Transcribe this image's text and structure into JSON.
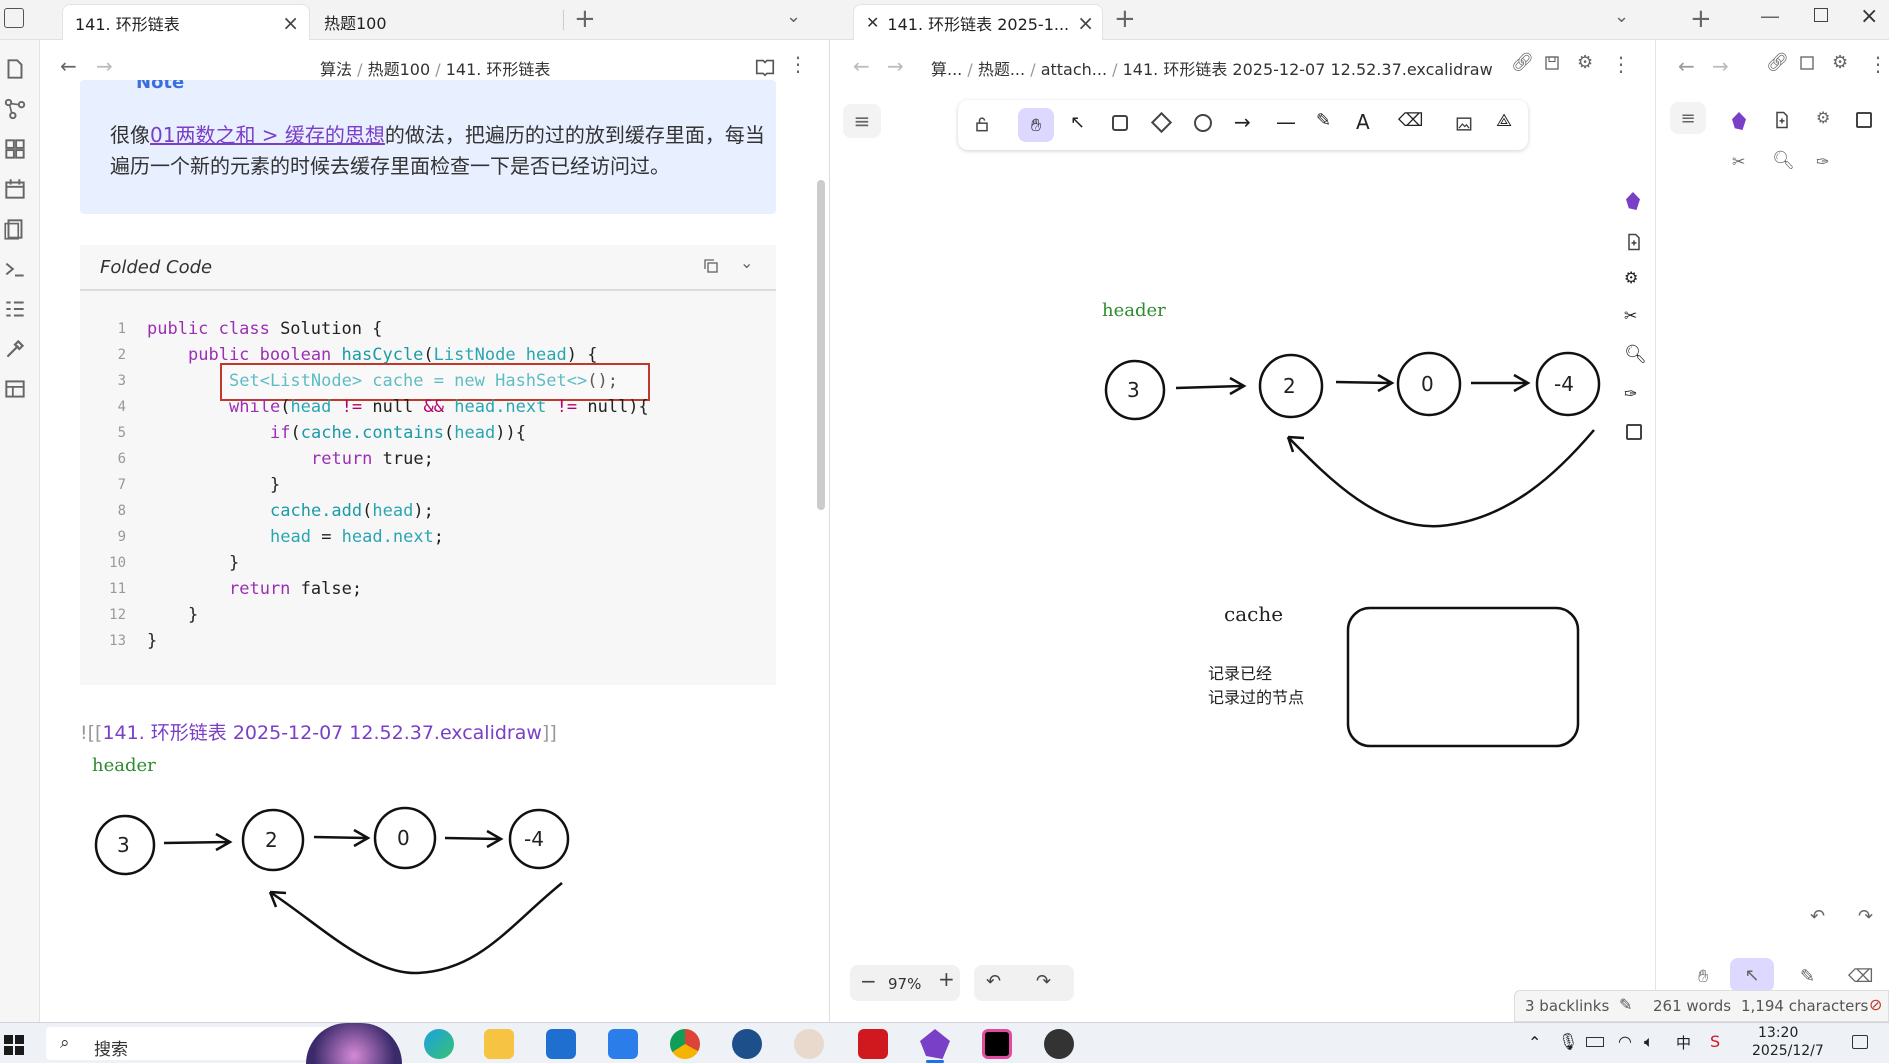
{
  "tabs": {
    "left_active": "141. 环形链表",
    "left_second": "热题100",
    "right_active": "141. 环形链表 2025-1..."
  },
  "left": {
    "breadcrumb": [
      "算法",
      "热题100",
      "141. 环形链表"
    ],
    "callout_title": "Note",
    "note_prefix": "很像",
    "note_link": "01两数之和 > 缓存的思想",
    "note_rest": "的做法，把遍历的过的放到缓存里面，每当遍历一个新的元素的时候去缓存里面检查一下是否已经访问过。",
    "code_title": "Folded Code",
    "code_lines": [
      "1",
      "2",
      "3",
      "4",
      "5",
      "6",
      "7",
      "8",
      "9",
      "10",
      "11",
      "12",
      "13"
    ],
    "embed_link": "![[141. 环形链表 2025-12-07 12.52.37.excalidraw]]",
    "embed_open": "![[",
    "embed_name": "141. 环形链表 2025-12-07 12.52.37.excalidraw",
    "embed_close": "]]"
  },
  "code": {
    "l1a": "public class",
    "l1b": " Solution {",
    "l2a": "public boolean ",
    "l2b": "hasCycle",
    "l2c": "(",
    "l2d": "ListNode head",
    "l2e": ") {",
    "l3a": "Set<ListNode> cache = new HashSet<>",
    "l3b": "();",
    "l4a": "while",
    "l4b": "(",
    "l4c": "head",
    "l4d": " != ",
    "l4e": "null",
    "l4f": " && ",
    "l4g": "head.next",
    "l4h": " != ",
    "l4i": "null",
    "l4j": "){",
    "l5a": "if",
    "l5b": "(",
    "l5c": "cache.contains",
    "l5d": "(",
    "l5e": "head",
    "l5f": ")){",
    "l6a": "return ",
    "l6b": "true",
    "l6c": ";",
    "l7": "}",
    "l8a": "cache.add",
    "l8b": "(",
    "l8c": "head",
    "l8d": ");",
    "l9a": "head",
    "l9b": " = ",
    "l9c": "head.next",
    "l9d": ";",
    "l10": "}",
    "l11a": "return ",
    "l11b": "false",
    "l11c": ";",
    "l12": "}",
    "l13": "}"
  },
  "diagram": {
    "header_label": "header",
    "nodes": [
      "3",
      "2",
      "0",
      "-4"
    ],
    "cache_label": "cache",
    "cache_note_1": "记录已经",
    "cache_note_2": "记录过的节点"
  },
  "right": {
    "breadcrumb": [
      "算...",
      "热题...",
      "attach...",
      "141. 环形链表 2025-12-07 12.52.37.excalidraw"
    ],
    "zoom": "97%"
  },
  "status": {
    "backlinks": "3 backlinks",
    "words": "261 words",
    "characters": "1,194 characters"
  },
  "taskbar": {
    "search": "搜索",
    "time": "13:20",
    "date": "2025/12/7"
  },
  "colors": {
    "accent": "#7a3fc7",
    "callout_bg": "#e8efff",
    "handdrawn_green": "#2e8b2e",
    "highlight_red": "#c0392b"
  }
}
